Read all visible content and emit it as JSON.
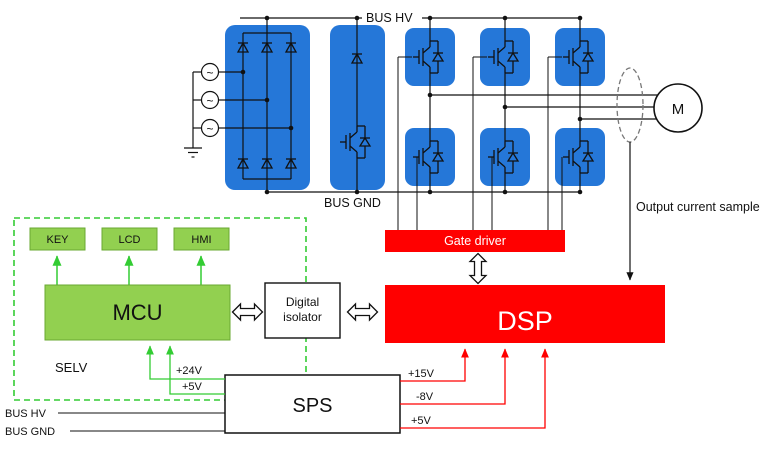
{
  "colors": {
    "module_blue": "#2577d8",
    "box_green": "#92d050",
    "line_green": "#33cc33",
    "accent_red": "#ff0000"
  },
  "power_stage": {
    "bus_hv": "BUS HV",
    "bus_gnd": "BUS GND",
    "ac_symbol": "~",
    "motor": "M",
    "output_current_sample": "Output current sample"
  },
  "control": {
    "peripherals": [
      {
        "label": "KEY"
      },
      {
        "label": "LCD"
      },
      {
        "label": "HMI"
      }
    ],
    "mcu": "MCU",
    "selv": "SELV",
    "digital_isolator": {
      "line1": "Digital",
      "line2": "isolator"
    },
    "gate_driver": "Gate driver",
    "dsp": "DSP",
    "sps": "SPS",
    "mcu_rails": [
      {
        "label": "+24V"
      },
      {
        "label": "+5V"
      }
    ],
    "dsp_rails": [
      {
        "label": "+15V"
      },
      {
        "label": "-8V"
      },
      {
        "label": "+5V"
      }
    ],
    "bus_inputs": [
      {
        "label": "BUS HV"
      },
      {
        "label": "BUS GND"
      }
    ]
  }
}
